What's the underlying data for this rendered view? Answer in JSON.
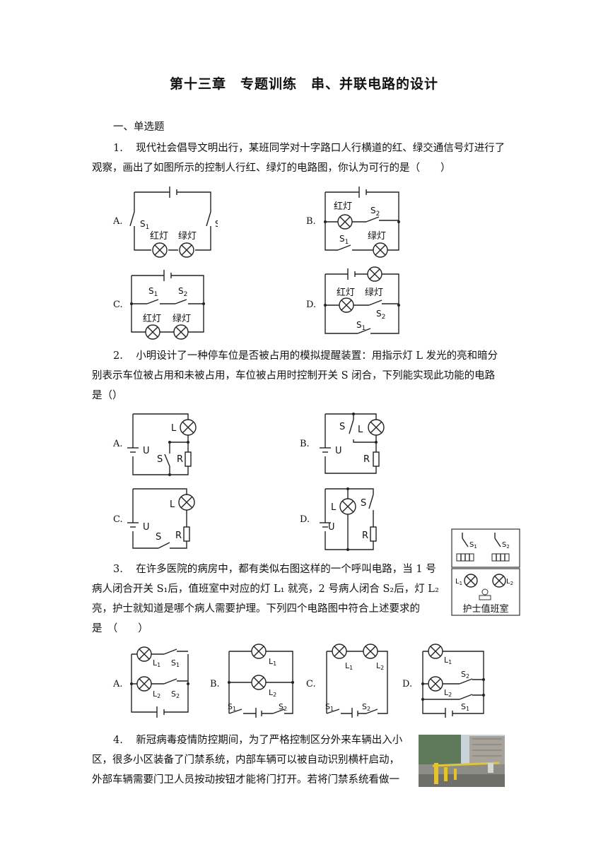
{
  "title": "第十三章　专题训练　串、并联电路的设计",
  "section": "一、单选题",
  "q1": {
    "num": "1.",
    "line1": "现代社会倡导文明出行，某班同学对十字路口人行横道的红、绿交通信号灯进行了",
    "line2": "观察，画出了如图所示的控制人行红、绿灯的电路图，你认为可行的是（　　）",
    "opts": [
      "A.",
      "B.",
      "C.",
      "D."
    ],
    "red": "红灯",
    "green": "绿灯",
    "s1": "S",
    "s2": "S",
    "sub1": "1",
    "sub2": "2"
  },
  "q2": {
    "num": "2.",
    "line1": "小明设计了一种停车位是否被占用的模拟提醒装置：用指示灯 L 发光的亮和暗分",
    "line2": "别表示车位被占用和未被占用，车位被占用时控制开关 S 闭合，下列能实现此功能的电路",
    "line3": "是（）",
    "opts": [
      "A.",
      "B.",
      "C.",
      "D."
    ],
    "L": "L",
    "S": "S",
    "R": "R",
    "U": "U"
  },
  "q3": {
    "num": "3.",
    "line1": "在许多医院的病房中，都有类似右图这样的一个呼叫电路，当 1 号",
    "line2": "病人闭合开关 S₁后，值班室中对应的灯 L₁ 就亮，2 号病人闭合 S₂后，灯 L₂",
    "line3": "亮，护士就知道是哪个病人需要护理。下列四个电路图中符合上述要求的",
    "line4": "是　（　　）",
    "nurse": "护士值班室",
    "opts": [
      "A.",
      "B.",
      "C.",
      "D."
    ],
    "L": "L",
    "S": "S"
  },
  "q4": {
    "num": "4.",
    "line1": "新冠病毒疫情防控期间，为了严格控制区分外来车辆出入小",
    "line2": "区，很多小区装备了门禁系统，内部车辆可以被自动识别横杆启动，",
    "line3": "外部车辆需要门卫人员按动按钮才能将门打开。若将门禁系统看做一"
  }
}
